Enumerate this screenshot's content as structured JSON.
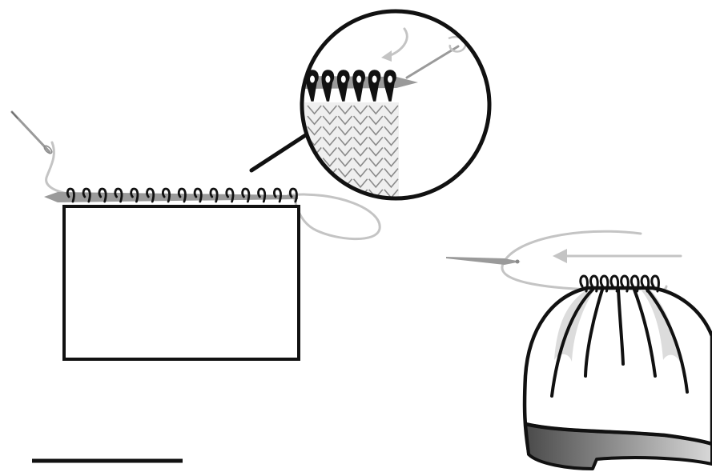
{
  "diagram": {
    "description_labels": [],
    "colors": {
      "outline": "#111111",
      "yarn": "#bbbbbb",
      "needle": "#9a9a9a",
      "hat_shade": "#dcdcdc",
      "brim_shade_dark": "#555555",
      "brim_shade_light": "#d8d8d8",
      "knit_texture": "#8a8a8a",
      "background": "#ffffff"
    },
    "icons": [
      "needle-icon",
      "magnifier-circle-icon",
      "arrow-icon",
      "hat-icon",
      "knitted-swatch-icon",
      "stitch-loop-icon"
    ],
    "panels": {
      "swatch_loops": 15,
      "zoom_loops": 6,
      "hat_loops": 8,
      "hat_ribs": 5,
      "texture_columns": 6,
      "texture_rows": 9
    }
  }
}
